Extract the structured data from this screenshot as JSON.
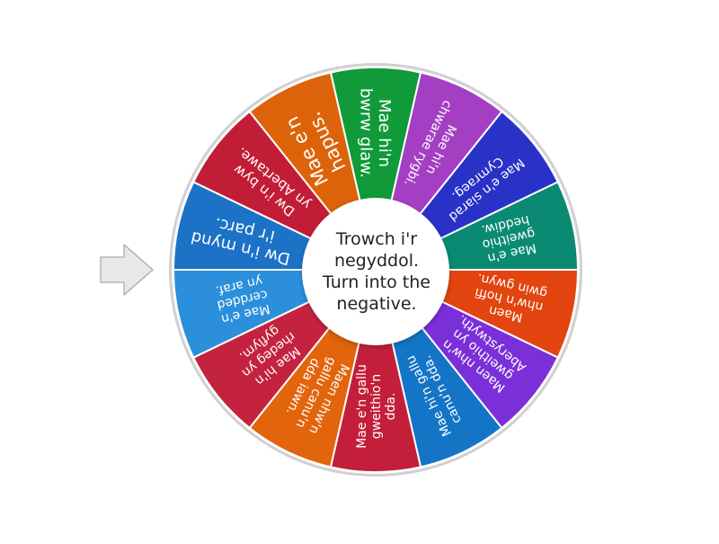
{
  "wheel": {
    "center_text": "Trowch i'r negyddol. Turn into the negative.",
    "segments": [
      {
        "label": "Mae hi'n bwrw glaw.",
        "color": "#109a3a"
      },
      {
        "label": "Mae hi'n chwarae rygbi.",
        "color": "#a43fc3"
      },
      {
        "label": "Mae e'n siarad Cymraeg.",
        "color": "#2932c7"
      },
      {
        "label": "Mae e'n gweithio heddiw.",
        "color": "#0a8a73"
      },
      {
        "label": "Maen nhw'n hoffi gwin gwyn.",
        "color": "#e2450f"
      },
      {
        "label": "Maen nhw'n gweithio yn Aberystwyth.",
        "color": "#7b2fd9"
      },
      {
        "label": "Mae hi'n gallu canu'n dda.",
        "color": "#1474c6"
      },
      {
        "label": "Mae e'n gallu gweithio'n dda.",
        "color": "#c41f3a"
      },
      {
        "label": "Maen nhw'n gallu canu'n dda iawn.",
        "color": "#e2640c"
      },
      {
        "label": "Mae hi'n rhedeg yn gyflym.",
        "color": "#c4233f"
      },
      {
        "label": "Mae e'n cerdded yn araf.",
        "color": "#2c8fdb"
      },
      {
        "label": "Dw i'n mynd i'r parc.",
        "color": "#1c72c6"
      },
      {
        "label": "Dw i'n byw yn Abertawe.",
        "color": "#c21d37"
      },
      {
        "label": "Mae e'n hapus.",
        "color": "#dc6309"
      }
    ]
  },
  "pointer": {
    "icon": "arrow-right-icon",
    "color": "#e8e8e8"
  }
}
